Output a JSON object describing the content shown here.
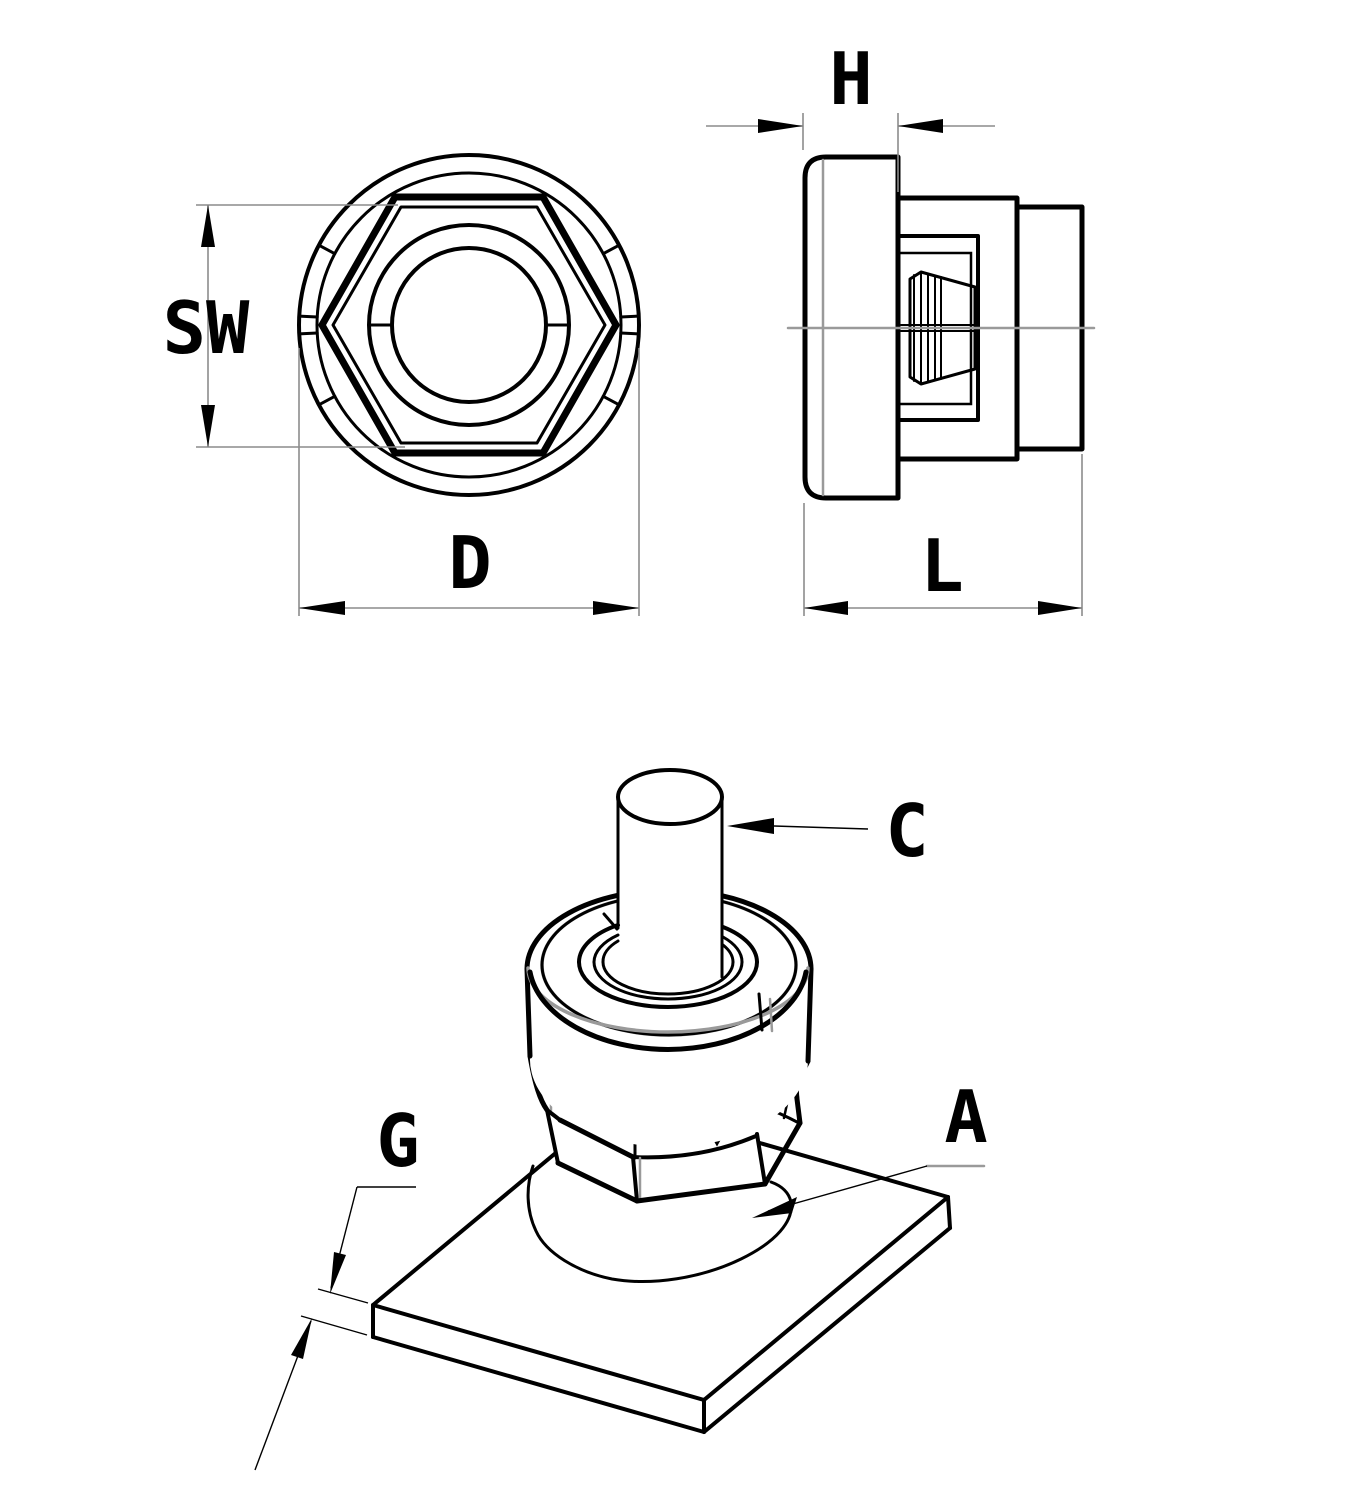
{
  "labels": {
    "sw": "SW",
    "d": "D",
    "h": "H",
    "l": "L",
    "c": "C",
    "a": "A",
    "g": "G"
  },
  "colors": {
    "line": "#000000",
    "aux_line": "#8c8c8c",
    "background": "#ffffff"
  }
}
